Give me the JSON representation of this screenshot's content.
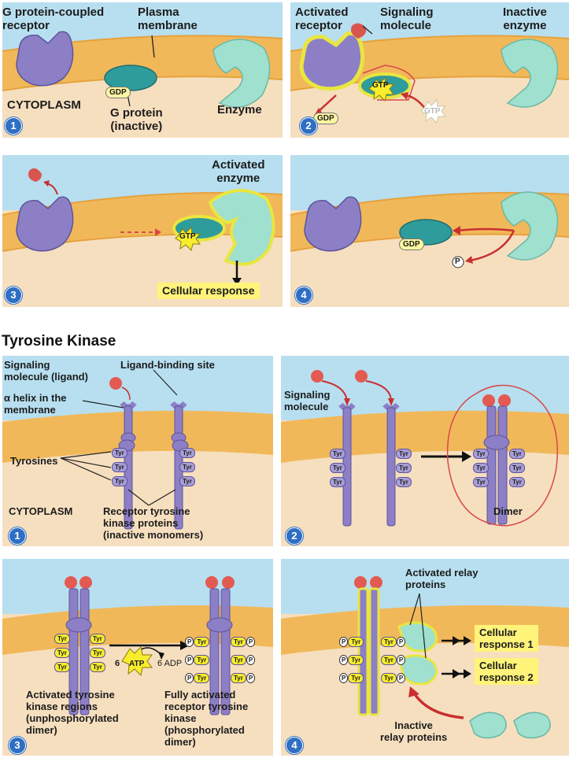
{
  "gpcr": {
    "p1": {
      "num": "1",
      "receptor": "G protein-coupled\nreceptor",
      "membrane": "Plasma\nmembrane",
      "cytoplasm": "CYTOPLASM",
      "gdp": "GDP",
      "gprotein": "G protein\n(inactive)",
      "enzyme": "Enzyme"
    },
    "p2": {
      "num": "2",
      "receptor": "Activated\nreceptor",
      "signal": "Signaling\nmolecule",
      "inactive": "Inactive\nenzyme",
      "gtp": "GTP",
      "gdp": "GDP",
      "gtp_in": "GTP"
    },
    "p3": {
      "num": "3",
      "enzyme": "Activated\nenzyme",
      "gtp": "GTP",
      "response": "Cellular response"
    },
    "p4": {
      "num": "4",
      "gdp": "GDP",
      "pi": "P"
    }
  },
  "rtk": {
    "title": "Tyrosine Kinase",
    "tyr": "Tyr",
    "ptyr": "P",
    "p1": {
      "num": "1",
      "signal": "Signaling\nmolecule (ligand)",
      "site": "Ligand-binding site",
      "helix": "α helix in the\nmembrane",
      "tyrosines": "Tyrosines",
      "cytoplasm": "CYTOPLASM",
      "proteins": "Receptor tyrosine\nkinase proteins\n(inactive monomers)"
    },
    "p2": {
      "num": "2",
      "signal": "Signaling\nmolecule",
      "dimer": "Dimer"
    },
    "p3": {
      "num": "3",
      "left": "Activated tyrosine\nkinase regions\n(unphosphorylated\ndimer)",
      "right": "Fully activated\nreceptor tyrosine\nkinase\n(phosphorylated\ndimer)",
      "atp_n": "6",
      "atp": "ATP",
      "adp": "6 ADP"
    },
    "p4": {
      "num": "4",
      "relay": "Activated relay\nproteins",
      "resp1": "Cellular\nresponse 1",
      "resp2": "Cellular\nresponse 2",
      "inactive": "Inactive\nrelay proteins"
    }
  }
}
